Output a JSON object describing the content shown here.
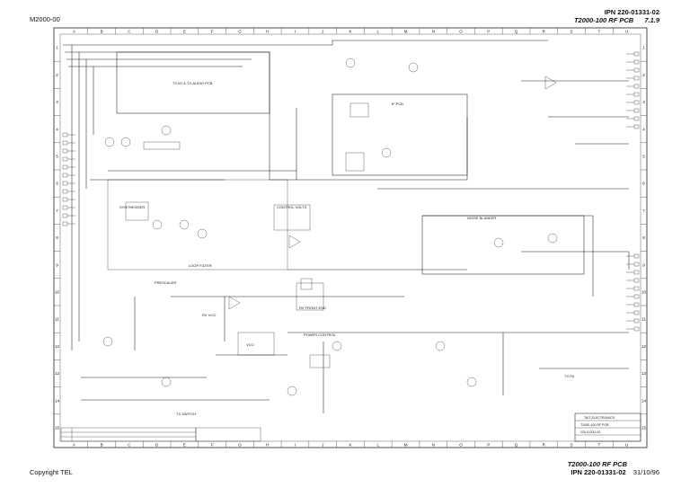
{
  "header": {
    "doc_code": "M2000-00",
    "ipn": "IPN 220-01331-02",
    "title": "T2000-100 RF PCB",
    "section": "7.1.9"
  },
  "footer": {
    "copyright": "Copyright TEL",
    "title": "T2000-100 RF PCB",
    "ipn": "IPN 220-01331-02",
    "date": "31/10/96"
  },
  "grid": {
    "columns": [
      "A",
      "B",
      "C",
      "D",
      "E",
      "F",
      "G",
      "H",
      "I",
      "J",
      "K",
      "L",
      "M",
      "N",
      "O",
      "P",
      "Q",
      "R",
      "S",
      "T",
      "U"
    ],
    "rows": [
      "1",
      "2",
      "3",
      "4",
      "5",
      "6",
      "7",
      "8",
      "9",
      "10",
      "11",
      "12",
      "13",
      "14",
      "15"
    ]
  },
  "blocks": {
    "tcxo": "TCXO & TX-AUDIO PCB",
    "if_pcb": "IF PCB",
    "synthesiser": "SYNTHESISER",
    "loop_filter": "LOOP FILTER",
    "prescaler": "PRESCALER",
    "noise_blanker": "NOISE BLANKER",
    "control_volts": "CONTROL VOLTS",
    "rx_front_end": "RX FRONT END",
    "tx_switch": "TX SWITCH",
    "power_control": "POWER CONTROL",
    "vco": "VCO",
    "tx_pa": "TX PA",
    "rx_vco": "RX VCO"
  },
  "title_block": {
    "company": "TAIT ELECTRONICS",
    "drawing_title": "T2000-100 RF PCB",
    "drawing_number": "220-01331-02"
  }
}
